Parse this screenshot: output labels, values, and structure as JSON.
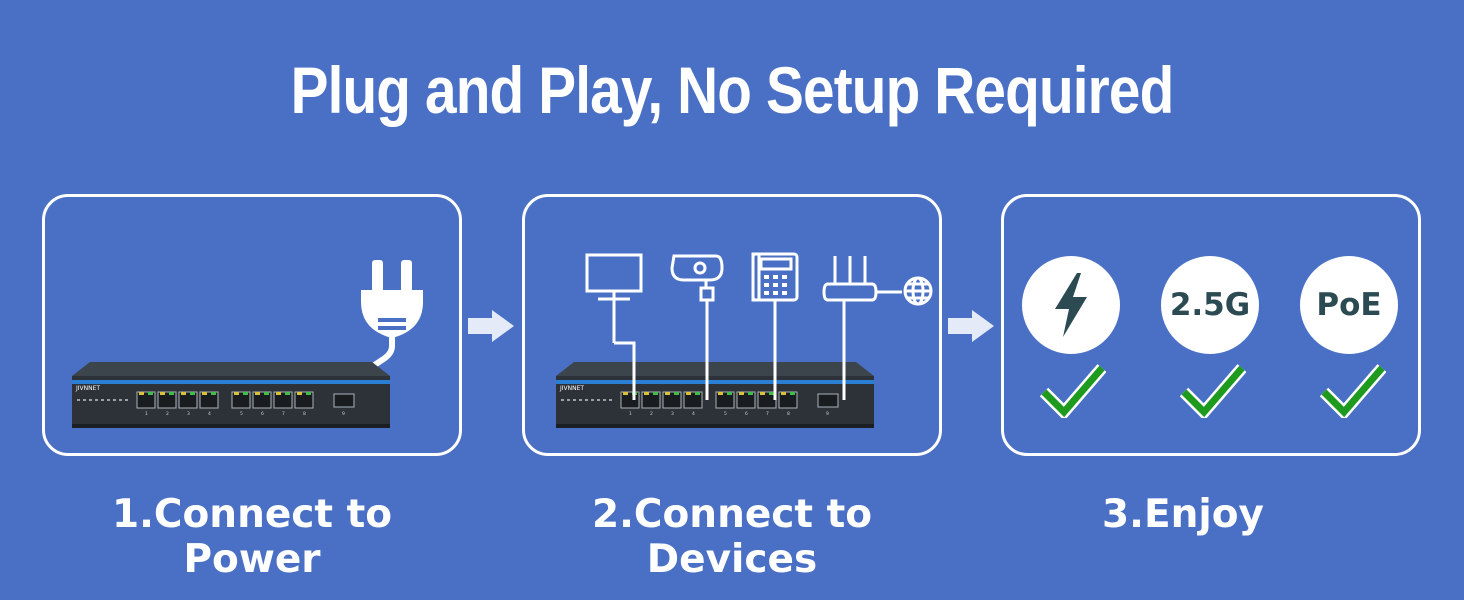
{
  "title": "Plug and Play,  No Setup Required",
  "steps": [
    {
      "label": "1.Connect to Power"
    },
    {
      "label": "2.Connect to Devices"
    },
    {
      "label": "3.Enjoy"
    }
  ],
  "features": [
    {
      "icon": "lightning-bolt-icon"
    },
    {
      "label": "2.5G"
    },
    {
      "label": "PoE"
    }
  ],
  "device": {
    "brand": "JIVNNET",
    "port_numbers": [
      "1",
      "2",
      "3",
      "4",
      "5",
      "6",
      "7",
      "8",
      "9"
    ]
  },
  "devices_connected": [
    "monitor-icon",
    "security-camera-icon",
    "ip-phone-icon",
    "router-icon",
    "globe-icon"
  ],
  "colors": {
    "background": "#4a70c6",
    "switch_body": "#2c3238",
    "switch_stripe": "#2a7fd4",
    "check_green": "#1e9a1e",
    "icon_dark": "#2b4a52"
  }
}
